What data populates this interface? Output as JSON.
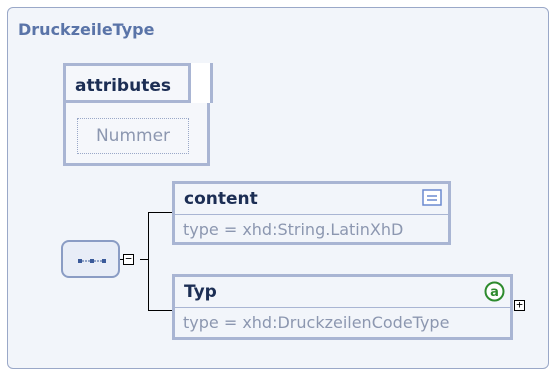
{
  "complex_type": {
    "name": "DruckzeileType"
  },
  "attributes_group": {
    "label": "attributes",
    "items": [
      {
        "name": "Nummer"
      }
    ]
  },
  "sequence": {
    "icon": "sequence-compositor-icon",
    "toggle": "−"
  },
  "elements": [
    {
      "name": "content",
      "type": "type = xhd:String.LatinXhD",
      "icon": "simple-content-icon"
    },
    {
      "name": "Typ",
      "type": "type = xhd:DruckzeilenCodeType",
      "icon": "attribute-a-icon",
      "toggle": "+"
    }
  ],
  "colors": {
    "title": "#5a74a8",
    "border": "#a9b5d3",
    "box_fill": "#f2f5fa",
    "muted_text": "#8c97b0",
    "accent_green": "#2e8b2e"
  }
}
